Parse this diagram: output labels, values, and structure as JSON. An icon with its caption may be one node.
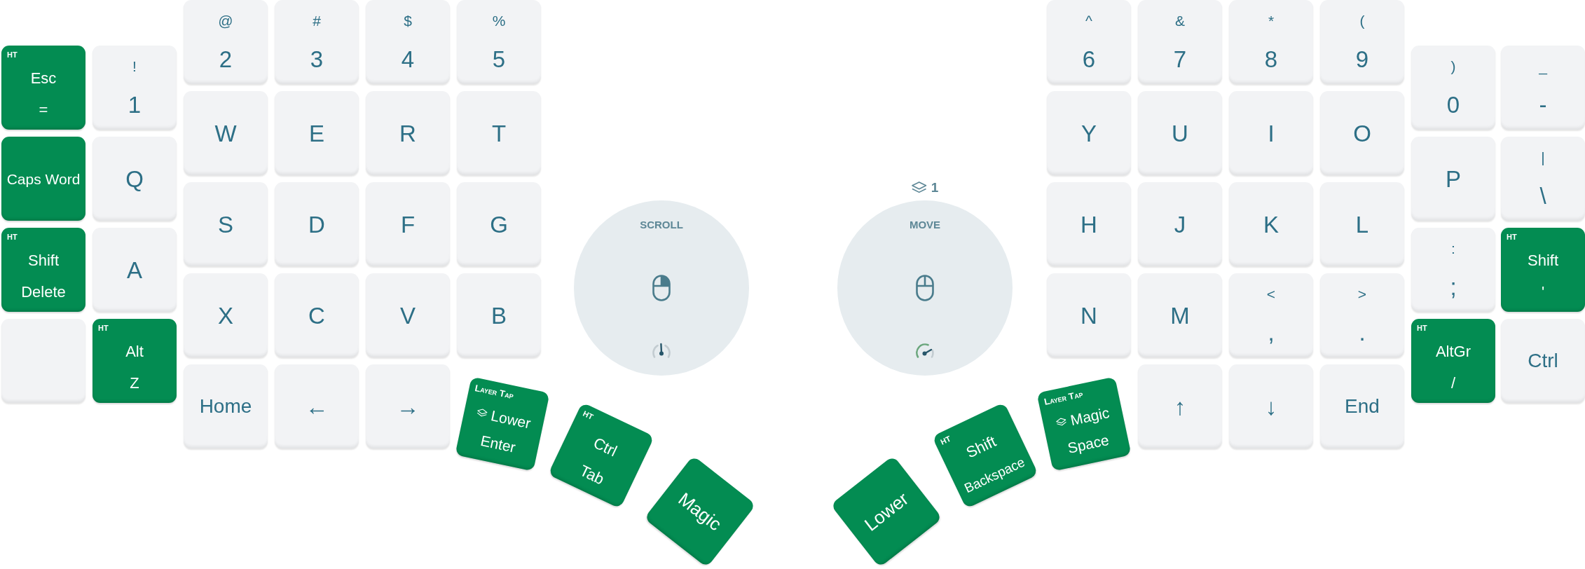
{
  "diagram": {
    "nodes": [
      {
        "text": [
          "@",
          "2"
        ]
      },
      {
        "text": [
          "#",
          "3"
        ]
      },
      {
        "text": [
          "$",
          "4"
        ]
      },
      {
        "text": [
          "%",
          "5"
        ]
      },
      {
        "text": [
          "^",
          "6"
        ]
      },
      {
        "text": [
          "&",
          "7"
        ]
      },
      {
        "text": [
          "*",
          "8"
        ]
      },
      {
        "text": [
          "(",
          "9"
        ]
      },
      {
        "text": [
          "HT",
          "Esc",
          "="
        ]
      },
      {
        "text": [
          "!",
          "1"
        ]
      },
      {
        "text": [
          ")",
          "0"
        ]
      },
      {
        "text": [
          "_",
          "-"
        ]
      },
      {
        "text": [
          "W"
        ]
      },
      {
        "text": [
          "E"
        ]
      },
      {
        "text": [
          "R"
        ]
      },
      {
        "text": [
          "T"
        ]
      },
      {
        "text": [
          "Y"
        ]
      },
      {
        "text": [
          "U"
        ]
      },
      {
        "text": [
          "I"
        ]
      },
      {
        "text": [
          "O"
        ]
      },
      {
        "text": [
          "Caps Word"
        ]
      },
      {
        "text": [
          "Q"
        ]
      },
      {
        "text": [
          "P"
        ]
      },
      {
        "text": [
          "|",
          "\\"
        ]
      },
      {
        "text": [
          "S"
        ]
      },
      {
        "text": [
          "D"
        ]
      },
      {
        "text": [
          "F"
        ]
      },
      {
        "text": [
          "G"
        ]
      },
      {
        "text": [
          "H"
        ]
      },
      {
        "text": [
          "J"
        ]
      },
      {
        "text": [
          "K"
        ]
      },
      {
        "text": [
          "L"
        ]
      },
      {
        "text": [
          "HT",
          "Shift",
          "Delete"
        ]
      },
      {
        "text": [
          "A"
        ]
      },
      {
        "text": [
          ":",
          ";"
        ]
      },
      {
        "text": [
          "HT",
          "Shift",
          "'"
        ]
      },
      {
        "text": [
          "X"
        ]
      },
      {
        "text": [
          "C"
        ]
      },
      {
        "text": [
          "V"
        ]
      },
      {
        "text": [
          "B"
        ]
      },
      {
        "text": [
          "N"
        ]
      },
      {
        "text": [
          "M"
        ]
      },
      {
        "text": [
          "<",
          ","
        ]
      },
      {
        "text": [
          ">",
          "."
        ]
      },
      {
        "text": [],
        "shape": "box"
      },
      {
        "text": [
          "HT",
          "Alt",
          "Z"
        ]
      },
      {
        "text": [
          "HT",
          "AltGr",
          "/"
        ]
      },
      {
        "text": [
          "Ctrl"
        ]
      },
      {
        "text": [
          "Home"
        ]
      },
      {
        "text": [
          "←"
        ]
      },
      {
        "text": [
          "→"
        ]
      },
      {
        "text": [
          "↑"
        ]
      },
      {
        "text": [
          "↓"
        ]
      },
      {
        "text": [
          "End"
        ]
      },
      {
        "text": [
          "Layer Tap",
          "Lower",
          "Enter"
        ]
      },
      {
        "text": [
          "HT",
          "Ctrl",
          "Tab"
        ]
      },
      {
        "text": [
          "Magic"
        ]
      },
      {
        "text": [
          "Lower"
        ]
      },
      {
        "text": [
          "HT",
          "Shift",
          "Backspace"
        ]
      },
      {
        "text": [
          "Layer Tap",
          "Magic",
          "Space"
        ]
      },
      {
        "text": [
          "SCROLL"
        ]
      },
      {
        "text": [
          "MOVE"
        ],
        "beside": [
          "1"
        ]
      }
    ]
  }
}
